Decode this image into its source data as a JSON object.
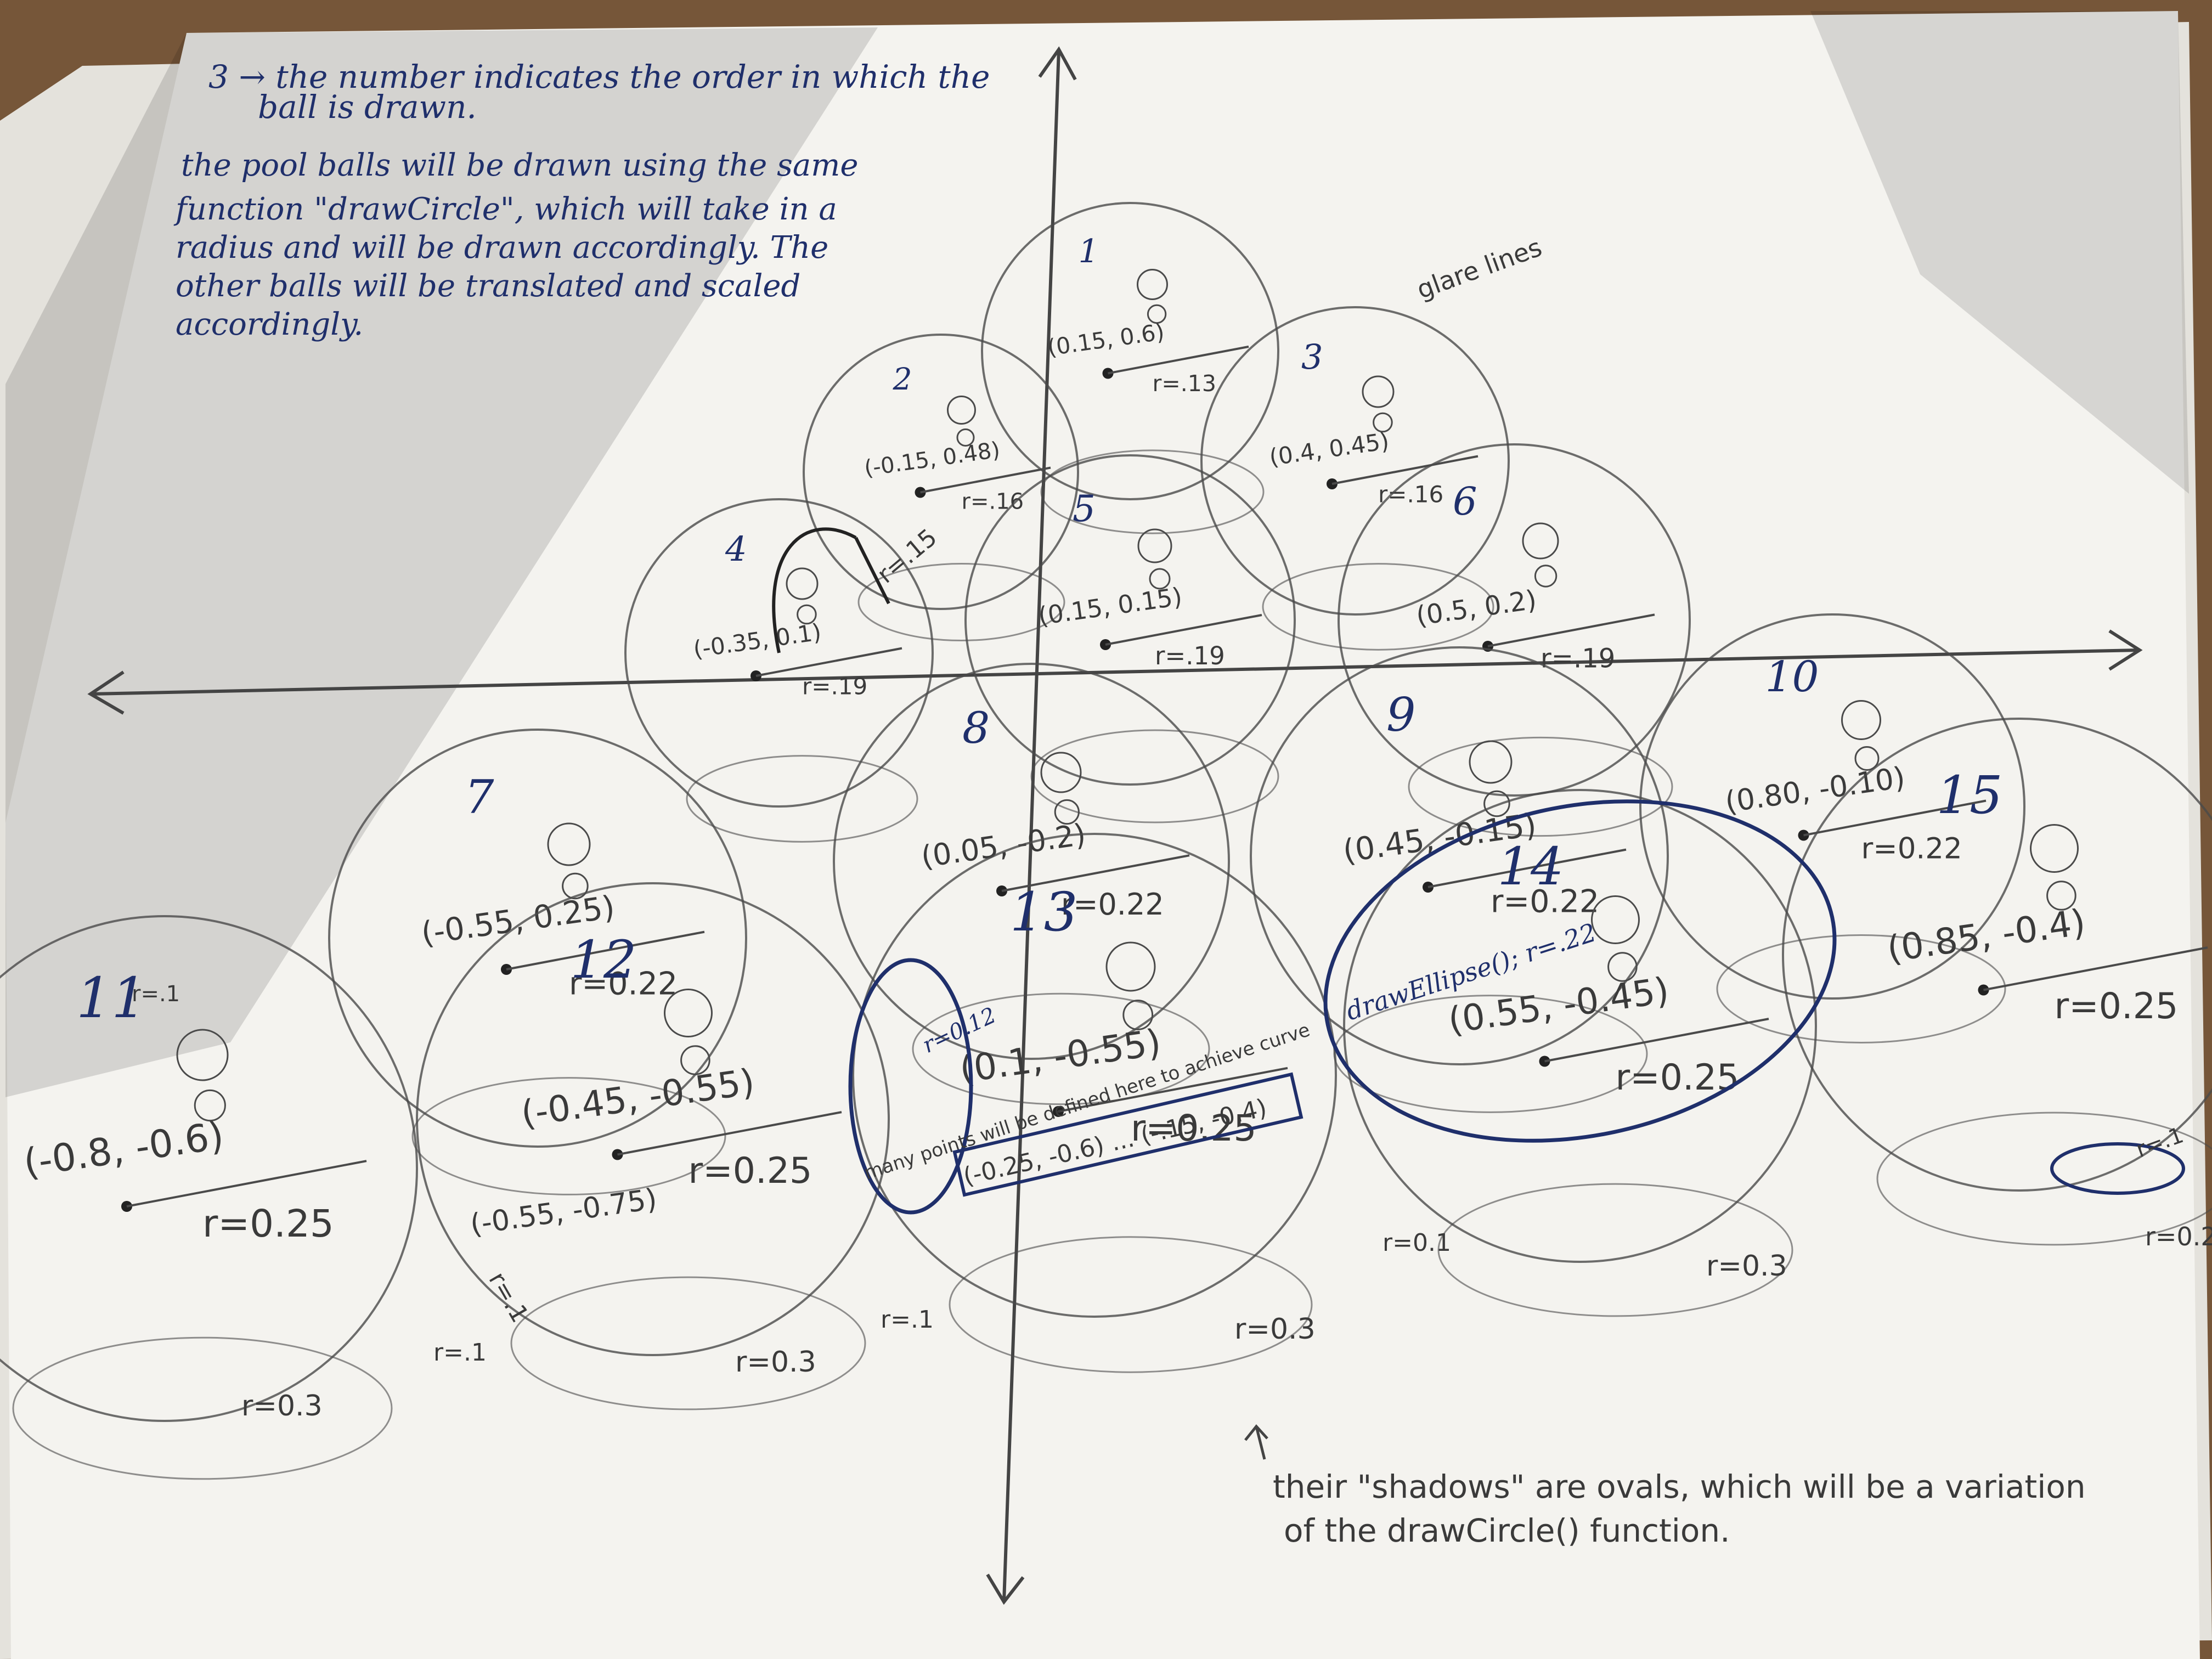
{
  "colors": {
    "desk": "#7a5a3c",
    "paper": "#f4f3ef",
    "paper_back": "#e9e8e3",
    "pencil": "#4a4a4a",
    "ink": "#1f2f6b",
    "shadow": "#2a2a2a"
  },
  "notes": {
    "legend_line1": "3 → the number indicates the order in which the",
    "legend_line2": "ball is drawn.",
    "intro_line1": "the pool balls will be drawn using the same",
    "intro_line2": "function \"drawCircle\", which will take in a",
    "intro_line3": "radius and will be drawn accordingly. The",
    "intro_line4": "other balls will be translated and scaled",
    "intro_line5": "accordingly.",
    "glare_label": "glare lines",
    "shadow_line1": "their \"shadows\" are ovals, which will be a variation",
    "shadow_line2": "of the drawCircle() function."
  },
  "balls": [
    {
      "n": "1",
      "coord": "(0.15, 0.6)",
      "r": "r=.13"
    },
    {
      "n": "2",
      "coord": "(-0.15, 0.48)",
      "r": "r=.16"
    },
    {
      "n": "3",
      "coord": "(0.4, 0.45)",
      "r": "r=.16"
    },
    {
      "n": "4",
      "coord": "(-0.35, 0.1)",
      "r": "r=.19"
    },
    {
      "n": "5",
      "coord": "(0.15, 0.15)",
      "r": "r=.19"
    },
    {
      "n": "6",
      "coord": "(0.5, 0.2)",
      "r": "r=.19"
    },
    {
      "n": "7",
      "coord": "(-0.55, 0.25)",
      "r": "r=0.22"
    },
    {
      "n": "8",
      "coord": "(0.05, -0.2)",
      "r": "r=0.22"
    },
    {
      "n": "9",
      "coord": "(0.45, -0.15)",
      "r": "r=0.22"
    },
    {
      "n": "10",
      "coord": "(0.80, -0.10)",
      "r": "r=0.22"
    },
    {
      "n": "11",
      "coord": "(-0.8, -0.6)",
      "r": "r=0.25"
    },
    {
      "n": "12",
      "coord": "(-0.45, -0.55)",
      "r": "r=0.25"
    },
    {
      "n": "13",
      "coord": "(0.1, -0.55)",
      "r": "r=0.25"
    },
    {
      "n": "14",
      "coord": "(0.55, -0.45)",
      "r": "r=0.25"
    },
    {
      "n": "15",
      "coord": "(0.85, -0.4)",
      "r": "r=0.25"
    }
  ],
  "extras": {
    "small_r1": "r=.15",
    "draw_ellipse": "drawEllipse(); r=.22",
    "coord_055_075": "(-0.55, -0.75)",
    "r_point1": "r=.1",
    "r_1_a": "r=.1",
    "r_1_b": "r=.1",
    "r_1_c": "r=.1",
    "r_1_d": "r=0.1",
    "r_1_e": "r=.1",
    "r_03_a": "r=0.3",
    "r_03_b": "r=0.3",
    "r_03_c": "r=0.3",
    "r_03_d": "r=0.3",
    "r_02": "r=0.2",
    "r_012": "r=0.12",
    "many_points": "many points will be defined here to achieve curve",
    "curve_points": "(-0.25, -0.6) ... (-.15, -0.4)"
  }
}
